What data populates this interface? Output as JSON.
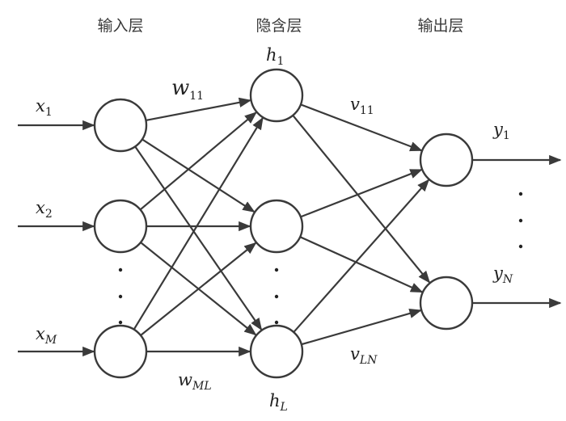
{
  "diagram": {
    "type": "feedforward-neural-network",
    "layers": [
      {
        "id": "input",
        "title": "输入层",
        "nodes": [
          {
            "id": "x1",
            "label": "x",
            "sub": "1"
          },
          {
            "id": "x2",
            "label": "x",
            "sub": "2"
          },
          {
            "id": "xM",
            "label": "x",
            "sub": "M"
          }
        ],
        "ellipsis_between": [
          1,
          2
        ]
      },
      {
        "id": "hidden",
        "title": "隐含层",
        "nodes": [
          {
            "id": "h1",
            "label": "h",
            "sub": "1"
          },
          {
            "id": "h2",
            "label": "",
            "sub": ""
          },
          {
            "id": "hL",
            "label": "h",
            "sub": "L"
          }
        ],
        "ellipsis_between": [
          1,
          2
        ]
      },
      {
        "id": "output",
        "title": "输出层",
        "nodes": [
          {
            "id": "y1",
            "label": "y",
            "sub": "1"
          },
          {
            "id": "yN",
            "label": "y",
            "sub": "N"
          }
        ],
        "ellipsis_between": [
          0,
          1
        ]
      }
    ],
    "edge_labels": [
      {
        "id": "w11",
        "label": "w",
        "sub": "11",
        "from": "x1",
        "to": "h1"
      },
      {
        "id": "wML",
        "label": "w",
        "sub": "ML",
        "from": "xM",
        "to": "hL"
      },
      {
        "id": "v11",
        "label": "v",
        "sub": "11",
        "from": "h1",
        "to": "y1"
      },
      {
        "id": "vLN",
        "label": "v",
        "sub": "LN",
        "from": "hL",
        "to": "yN"
      }
    ],
    "connections": "fully-connected",
    "colors": {
      "stroke": "#3a3a3a",
      "text": "#222222",
      "background": "#ffffff"
    }
  }
}
